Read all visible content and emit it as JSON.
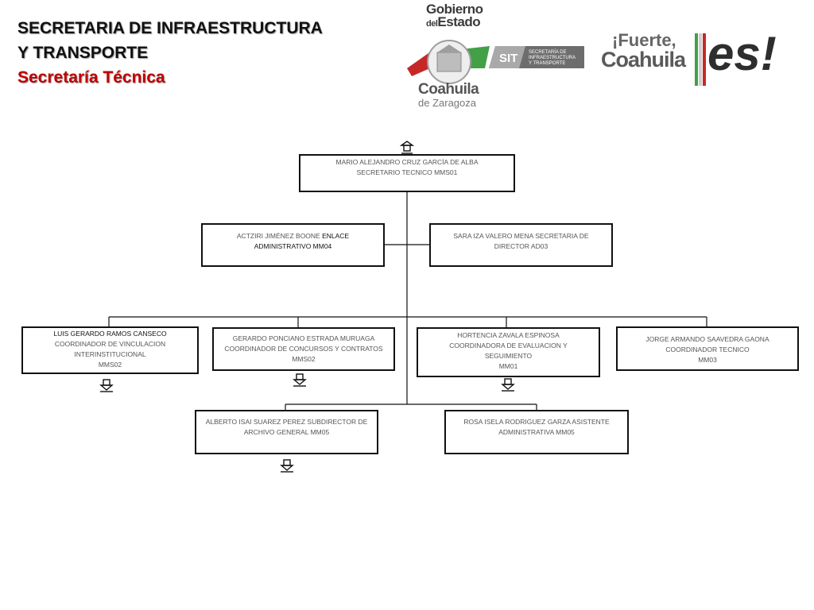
{
  "header": {
    "title_line1": "SECRETARIA DE INFRAESTRUCTURA",
    "title_line2": "Y TRANSPORTE",
    "subtitle": "Secretaría Técnica"
  },
  "logos": {
    "gobierno_line1": "Gobierno",
    "gobierno_line2": "del",
    "gobierno_line3": "Estado",
    "coahuila": "Coahuila",
    "zaragoza": "de Zaragoza",
    "sit_abbr": "SIT",
    "sit_line1": "SECRETARÍA DE",
    "sit_line2": "INFRAESTRUCTURA",
    "sit_line3": "Y TRANSPORTE",
    "fuerte": "¡Fuerte,",
    "fuerte_coahuila": "Coahuila",
    "es": "es!"
  },
  "org": {
    "secretario": {
      "line1": "MARIO ALEJANDRO CRUZ GARCÍA  DE ALBA",
      "line2": "SECRETARIO TECNICO  MMS01"
    },
    "enlace": {
      "line1a": "ACTZIRI JIMÉNEZ BOONE ",
      "line1b": "ENLACE",
      "line2": "ADMINISTRATIVO  MM04"
    },
    "secretaria": {
      "line1": "SARA IZA VALERO MENA  SECRETARIA DE",
      "line2": "DIRECTOR  AD03"
    },
    "vinculacion": {
      "line1": "LUIS GERARDO RAMOS CANSECO",
      "line2": "COORDINADOR DE VINCULACION",
      "line3": "INTERINSTITUCIONAL",
      "line4": "MMS02"
    },
    "concursos": {
      "line1": "GERARDO PONCIANO ESTRADA MURUAGA",
      "line2": "COORDINADOR DE CONCURSOS Y CONTRATOS",
      "line3": "MMS02"
    },
    "evaluacion": {
      "line1": "HORTENCIA ZAVALA ESPINOSA",
      "line2": "COORDINADORA DE EVALUACION Y",
      "line3": "SEGUIMIENTO",
      "line4": "MM01"
    },
    "tecnico": {
      "line1": "JORGE ARMANDO SAAVEDRA GAONA",
      "line2": "COORDINADOR  TECNICO",
      "line3": "MM03"
    },
    "archivo": {
      "line1": "ALBERTO ISAI SUAREZ PEREZ  SUBDIRECTOR DE",
      "line2": "ARCHIVO GENERAL  MM05"
    },
    "asistente": {
      "line1": "ROSA ISELA RODRIGUEZ GARZA ASISTENTE",
      "line2": "ADMINISTRATIVA        MM05"
    }
  },
  "icons": {
    "top": "up-arrow-link-icon",
    "down": "down-arrow-link-icon"
  }
}
